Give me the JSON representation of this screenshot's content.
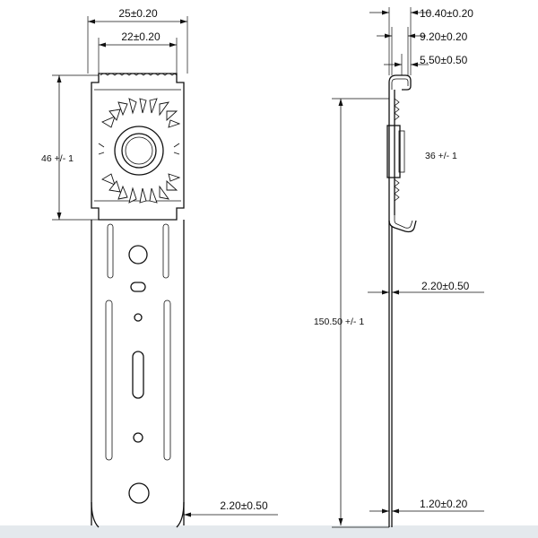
{
  "front_view": {
    "overall_width": "25±0.20",
    "inner_width": "22±0.20",
    "clip_height": "46 +/- 1",
    "thickness_bottom": "2.20±0.50"
  },
  "side_view": {
    "hook_depth_outer": "10.40±0.20",
    "hook_depth_mid": "9.20±0.20",
    "hook_depth_inner": "5.50±0.50",
    "clip_height": "36 +/- 1",
    "overall_length": "150.50 +/- 1",
    "blade_offset": "2.20±0.50",
    "blade_thickness": "1.20±0.20"
  },
  "colors": {
    "line": "#111111",
    "floor_shadow": "#cfd6dc"
  }
}
